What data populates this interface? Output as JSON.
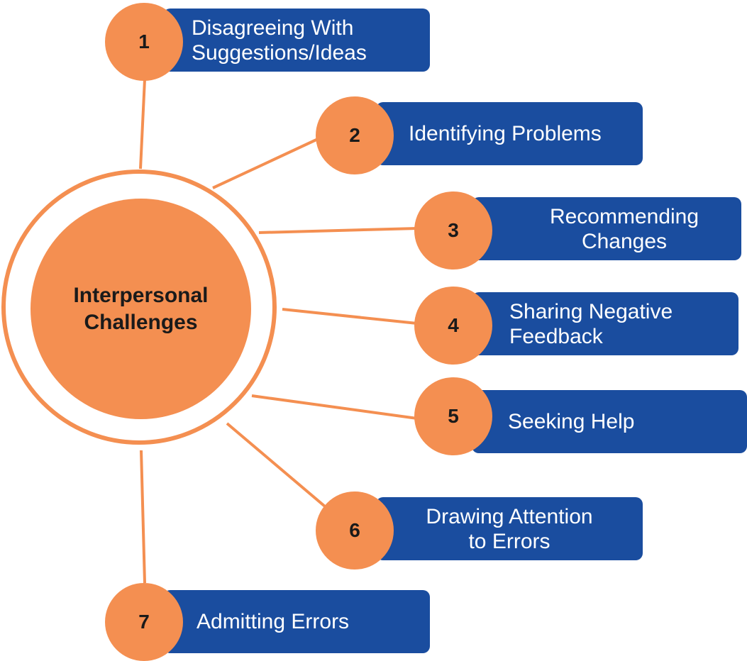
{
  "center": {
    "label": "Interpersonal\nChallenges"
  },
  "colors": {
    "orange": "#f48f51",
    "blue": "#1a4d9f",
    "text_dark": "#1a1a1a",
    "text_light": "#ffffff"
  },
  "items": [
    {
      "number": "1",
      "label": "Disagreeing With\nSuggestions/Ideas"
    },
    {
      "number": "2",
      "label": "Identifying Problems"
    },
    {
      "number": "3",
      "label": "Recommending\nChanges"
    },
    {
      "number": "4",
      "label": "Sharing Negative\nFeedback"
    },
    {
      "number": "5",
      "label": "Seeking Help"
    },
    {
      "number": "6",
      "label": "Drawing Attention\nto Errors"
    },
    {
      "number": "7",
      "label": "Admitting Errors"
    }
  ]
}
